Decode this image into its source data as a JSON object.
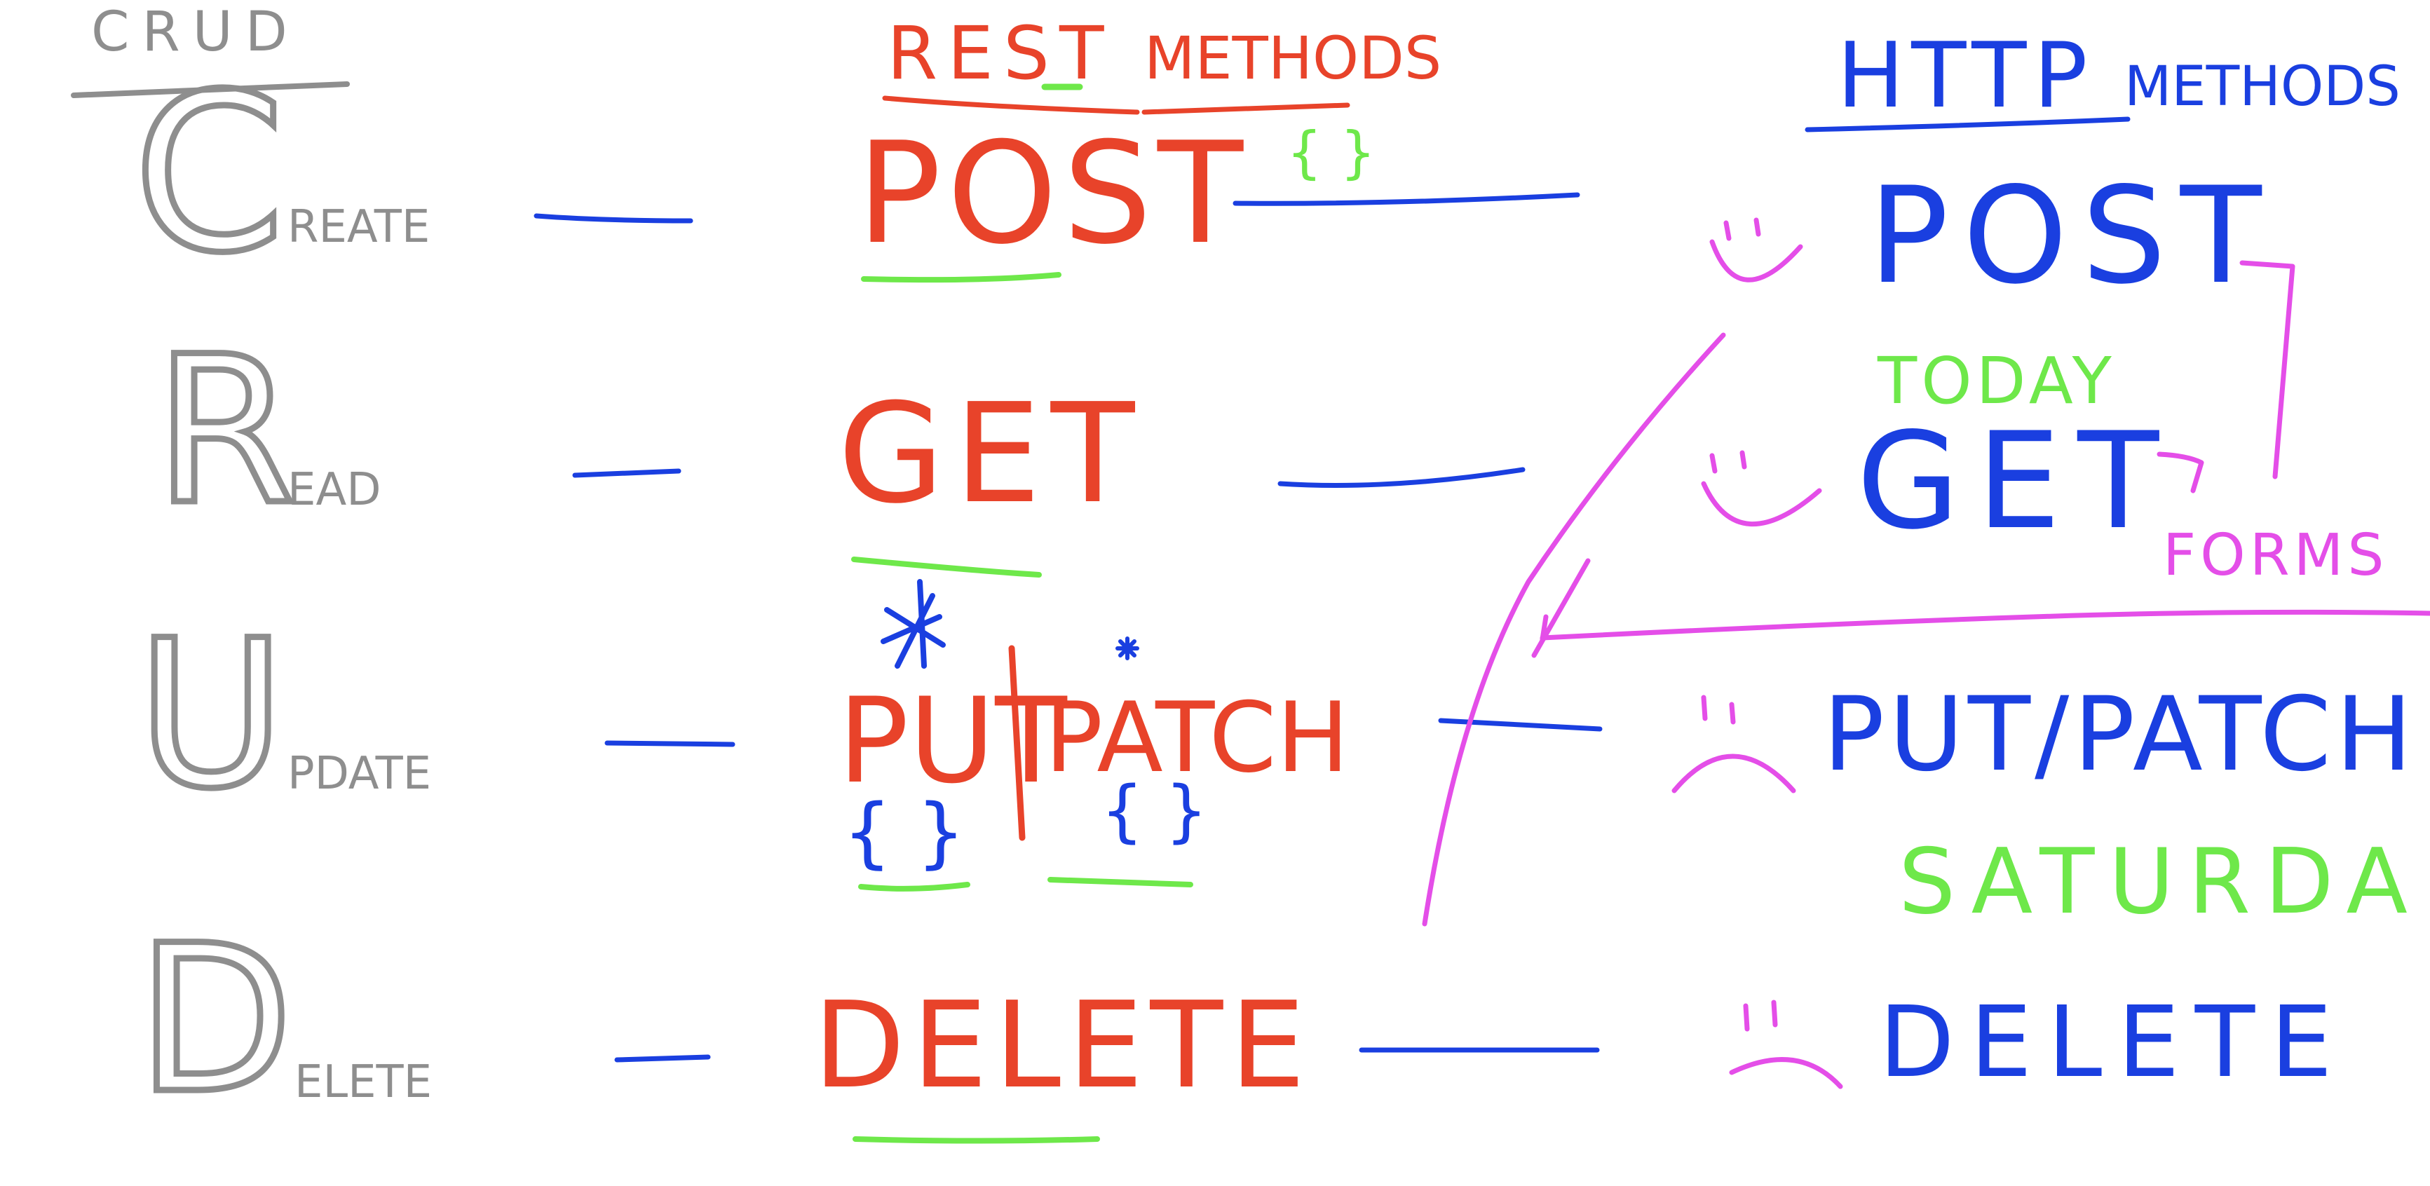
{
  "colors": {
    "gray": "#8e8e8e",
    "red": "#e8432a",
    "blue": "#1a3fe0",
    "green": "#6ee84a",
    "magenta": "#e44ee8"
  },
  "crud": {
    "heading": "CRUD",
    "items": [
      {
        "initial": "C",
        "rest": "REATE"
      },
      {
        "initial": "R",
        "rest": "EAD"
      },
      {
        "initial": "U",
        "rest": "PDATE"
      },
      {
        "initial": "D",
        "rest": "ELETE"
      }
    ]
  },
  "rest": {
    "heading_word1": "REST",
    "heading_word2": "METHODS",
    "items": {
      "post": "POST",
      "post_braces": "{ }",
      "get": "GET",
      "put": "PUT",
      "put_braces": "{ }",
      "patch": "PATCH",
      "patch_braces": "{ }",
      "delete": "DELETE"
    }
  },
  "http": {
    "heading_word1": "HTTP",
    "heading_word2": "METHODS",
    "items": {
      "post": "POST",
      "get": "GET",
      "put_patch": "PUT/PATCH",
      "delete": "DELETE"
    },
    "today_label": "TODAY",
    "forms_label": "FORMS",
    "saturday_label": "SATURDA"
  },
  "icons": [
    "smile-face-icon",
    "smile-face-icon",
    "sad-face-icon",
    "sad-face-icon",
    "star-icon"
  ]
}
